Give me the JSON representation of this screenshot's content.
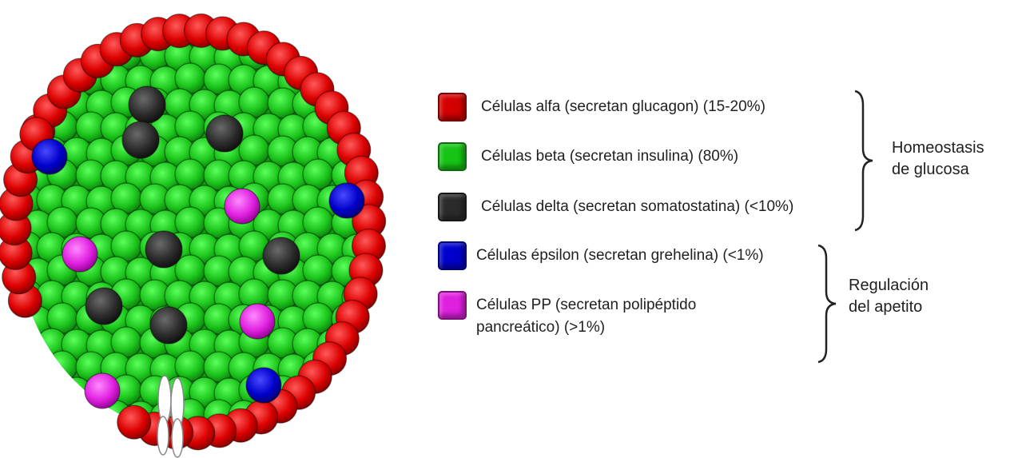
{
  "legend": {
    "items": [
      {
        "id": "alpha",
        "label": "Células alfa (secretan glucagon) (15-20%)",
        "color": "#d40000"
      },
      {
        "id": "beta",
        "label": "Células beta (secretan insulina) (80%)",
        "color": "#16c416"
      },
      {
        "id": "delta",
        "label": "Células delta (secretan somatostatina) (<10%)",
        "color": "#2b2b2b"
      },
      {
        "id": "epsilon",
        "label": "Células épsilon (secretan grehelina) (<1%)",
        "color": "#0000cc"
      },
      {
        "id": "pp",
        "label": "Células PP (secretan polipéptido\npancreático) (>1%)",
        "color": "#e020e0"
      }
    ]
  },
  "groups": {
    "glucose": {
      "label": "Homeostasis\nde glucosa"
    },
    "appetite": {
      "label": "Regulación\ndel apetito"
    }
  }
}
